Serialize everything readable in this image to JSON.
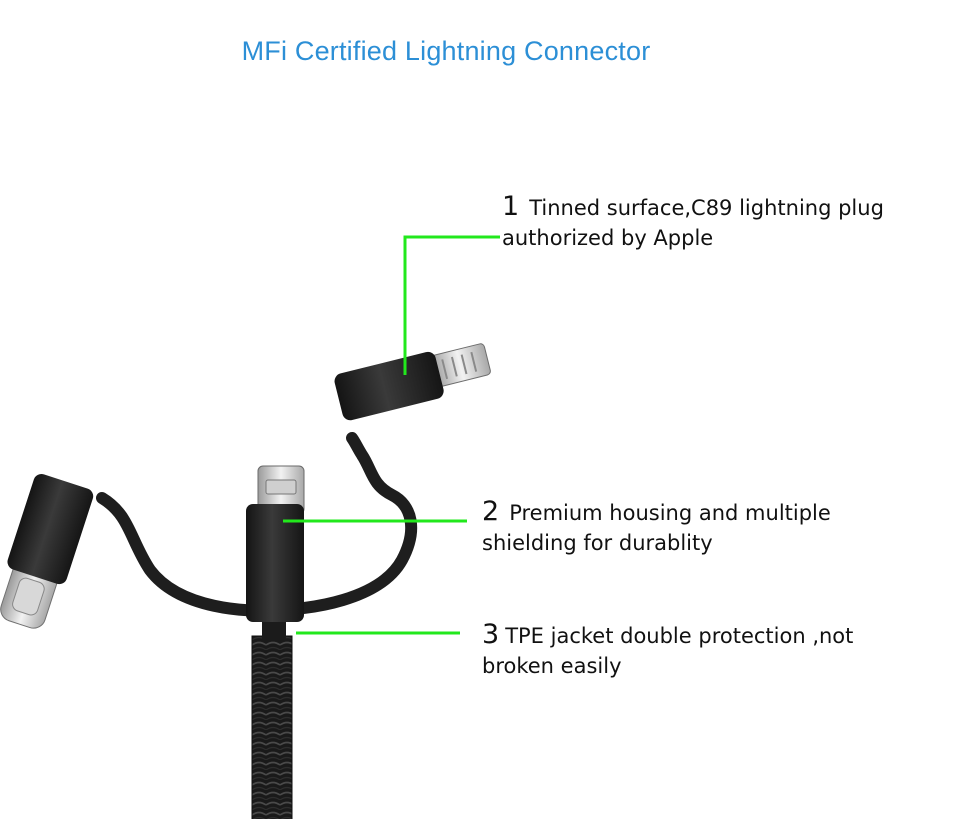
{
  "title": "MFi Certified Lightning Connector",
  "callouts": [
    {
      "number": "1",
      "line1": "Tinned surface,C89 lightning plug",
      "line2": "authorized by Apple"
    },
    {
      "number": "2",
      "line1": "Premium housing and multiple",
      "line2": "shielding for durablity"
    },
    {
      "number": "3",
      "line1": "TPE jacket  double protection ,not",
      "line2": "broken easily"
    }
  ],
  "colors": {
    "title": "#2c8fd6",
    "leader_line": "#22e81c",
    "cable": "#1c1c1c"
  }
}
